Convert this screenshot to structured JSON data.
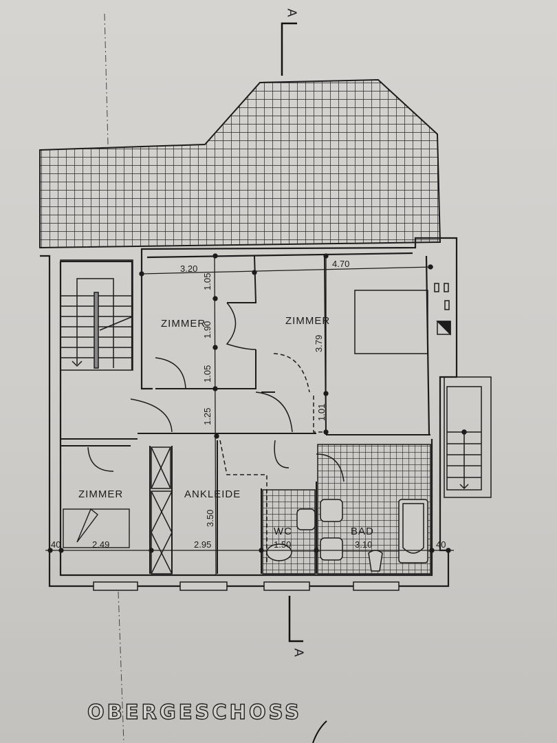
{
  "plan": {
    "title": "OBERGESCHOSS",
    "section_marker_top": "A",
    "section_marker_bottom": "A",
    "colors": {
      "paper": "#cfcdca",
      "ink": "#1c1c1c"
    }
  },
  "rooms": [
    {
      "id": "zimmer-left-top",
      "label": "ZIMMER"
    },
    {
      "id": "zimmer-right-top",
      "label": "ZIMMER"
    },
    {
      "id": "zimmer-left-bottom",
      "label": "ZIMMER"
    },
    {
      "id": "ankleide",
      "label": "ANKLEIDE"
    },
    {
      "id": "wc",
      "label": "WC"
    },
    {
      "id": "bad",
      "label": "BAD"
    }
  ],
  "dimensions": {
    "top_left_width": "3.20",
    "top_right_width": "4.70",
    "left_seg_1": "1.05",
    "left_seg_2": "1.90",
    "left_seg_3": "1.05",
    "left_seg_4": "1.25",
    "right_height": "3.79",
    "right_seg": "1.01",
    "ankleide_height": "3.50",
    "bottom_wall_left": "40",
    "zimmer_width": "2.49",
    "ankleide_width": "2.95",
    "wc_width": "1.50",
    "bad_width": "3.10",
    "bottom_wall_right": "40"
  }
}
